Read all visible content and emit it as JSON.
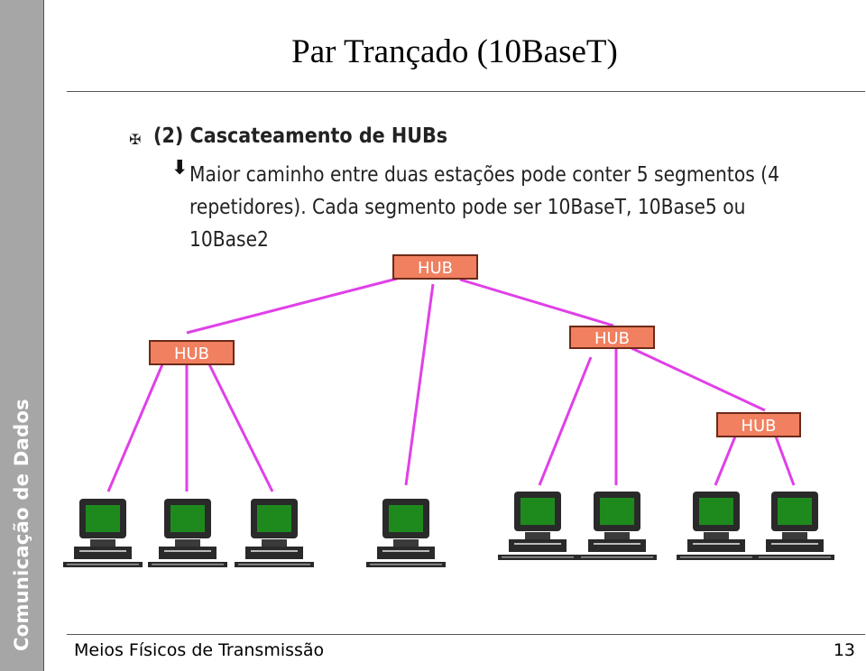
{
  "sidebar": {
    "label": "Comunicação de Dados"
  },
  "slide": {
    "title": "Par Trançado (10BaseT)",
    "heading": "(2) Cascateamento de HUBs",
    "body": "Maior caminho entre duas estações pode conter 5 segmentos (4 repetidores). Cada segmento pode ser 10BaseT, 10Base5 ou 10Base2"
  },
  "diagram": {
    "hub_label": "HUB",
    "hubs": [
      {
        "id": "hub-top",
        "label": "HUB"
      },
      {
        "id": "hub-left",
        "label": "HUB"
      },
      {
        "id": "hub-right",
        "label": "HUB"
      },
      {
        "id": "hub-far-right",
        "label": "HUB"
      }
    ],
    "colors": {
      "hub_fill": "#f08060",
      "hub_border": "#6b2a18",
      "link": "#e040e8",
      "screen": "#1e8a1e"
    }
  },
  "footer": {
    "text": "Meios Físicos de Transmissão",
    "page": "13"
  }
}
